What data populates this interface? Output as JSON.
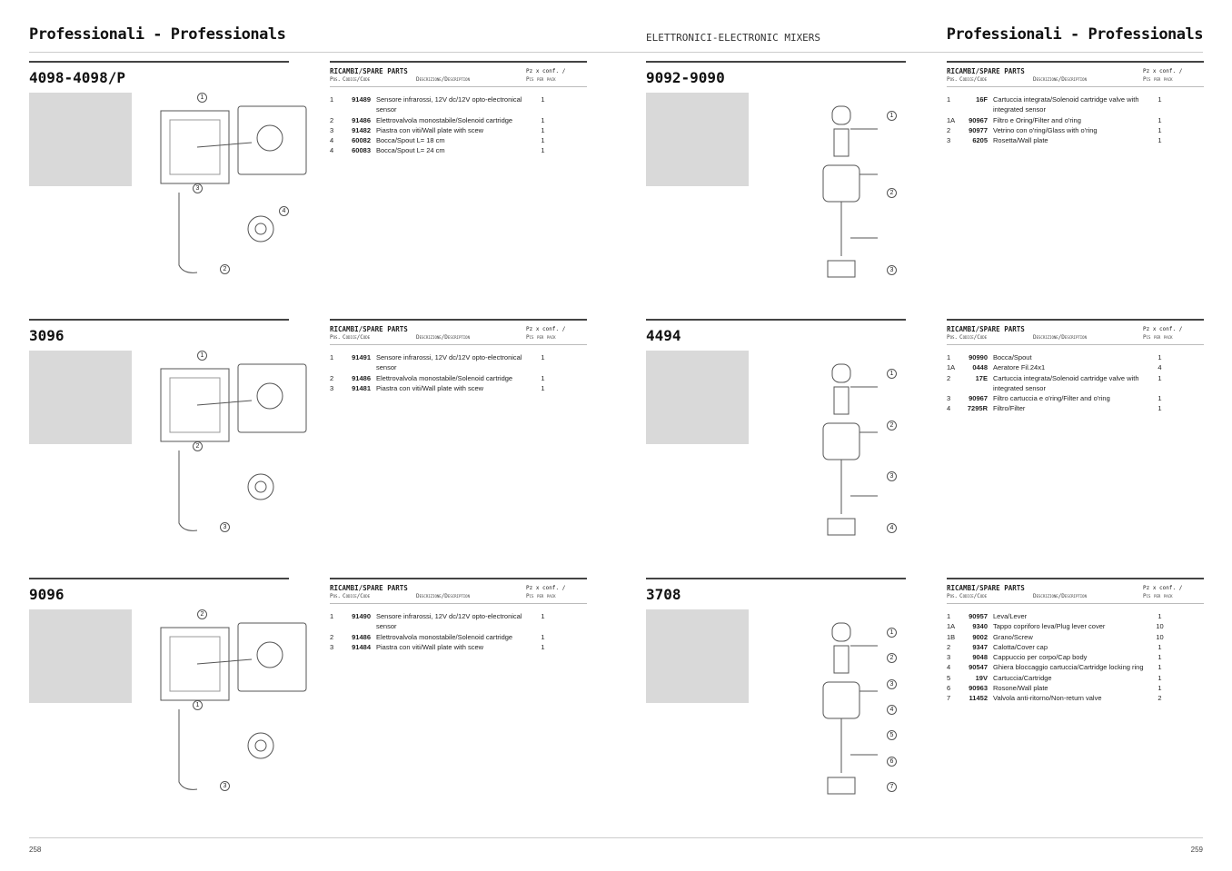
{
  "header": {
    "left_title": "Professionali - Professionals",
    "right_subtitle": "ELETTRONICI-ELECTRONIC MIXERS",
    "right_title": "Professionali - Professionals"
  },
  "footer": {
    "left_page": "258",
    "right_page": "259"
  },
  "table_labels": {
    "title": "RICAMBI/SPARE PARTS",
    "pos": "Pos.",
    "code": "Codice/Code",
    "desc": "Descrizione/Description",
    "qty1": "Pz x conf. /",
    "qty2": "Pcs per pack"
  },
  "sections": [
    {
      "title": "4098-4098/P",
      "rows": [
        [
          "1",
          "91489",
          "Sensore infrarossi, 12V dc/12V opto-electronical sensor",
          "1"
        ],
        [
          "2",
          "91486",
          "Elettrovalvola monostabile/Solenoid cartridge",
          "1"
        ],
        [
          "3",
          "91482",
          "Piastra con viti/Wall plate with scew",
          "1"
        ],
        [
          "4",
          "60082",
          "Bocca/Spout  L= 18 cm",
          "1"
        ],
        [
          "4",
          "60083",
          "Bocca/Spout  L= 24 cm",
          "1"
        ]
      ],
      "callouts": [
        "1",
        "2",
        "3",
        "4"
      ]
    },
    {
      "title": "3096",
      "rows": [
        [
          "1",
          "91491",
          "Sensore infrarossi, 12V dc/12V opto-electronical sensor",
          "1"
        ],
        [
          "2",
          "91486",
          "Elettrovalvola monostabile/Solenoid cartridge",
          "1"
        ],
        [
          "3",
          "91481",
          "Piastra con viti/Wall plate with scew",
          "1"
        ]
      ],
      "callouts": [
        "1",
        "3",
        "2"
      ]
    },
    {
      "title": "9096",
      "rows": [
        [
          "1",
          "91490",
          "Sensore infrarossi, 12V dc/12V opto-electronical sensor",
          "1"
        ],
        [
          "2",
          "91486",
          "Elettrovalvola monostabile/Solenoid cartridge",
          "1"
        ],
        [
          "3",
          "91484",
          "Piastra con viti/Wall plate with scew",
          "1"
        ]
      ],
      "callouts": [
        "2",
        "3",
        "1"
      ]
    },
    {
      "title": "9092-9090",
      "rows": [
        [
          "1",
          "16F",
          "Cartuccia integrata/Solenoid cartridge valve with integrated sensor",
          "1"
        ],
        [
          "1A",
          "90967",
          "Filtro e Oring/Filter and o'ring",
          "1"
        ],
        [
          "2",
          "90977",
          "Vetrino con o'ring/Glass with o'ring",
          "1"
        ],
        [
          "3",
          "6205",
          "Rosetta/Wall plate",
          "1"
        ]
      ],
      "callouts": [
        "1",
        "2",
        "3"
      ]
    },
    {
      "title": "4494",
      "rows": [
        [
          "1",
          "90990",
          "Bocca/Spout",
          "1"
        ],
        [
          "1A",
          "0448",
          "Aeratore Fil.24x1",
          "4"
        ],
        [
          "2",
          "17E",
          "Cartuccia integrata/Solenoid cartridge valve with integrated sensor",
          "1"
        ],
        [
          "3",
          "90967",
          "Filtro cartuccia e o'ring/Filter and o'ring",
          "1"
        ],
        [
          "4",
          "7295R",
          "Filtro/Filter",
          "1"
        ]
      ],
      "callouts": [
        "1",
        "2",
        "3",
        "4"
      ]
    },
    {
      "title": "3708",
      "rows": [
        [
          "1",
          "90957",
          "Leva/Lever",
          "1"
        ],
        [
          "1A",
          "9340",
          "Tappo copriforo leva/Plug lever cover",
          "10"
        ],
        [
          "1B",
          "9002",
          "Grano/Screw",
          "10"
        ],
        [
          "2",
          "9347",
          "Calotta/Cover cap",
          "1"
        ],
        [
          "3",
          "9048",
          "Cappuccio per corpo/Cap body",
          "1"
        ],
        [
          "4",
          "90547",
          "Ghiera bloccaggio cartuccia/Cartridge locking ring",
          "1"
        ],
        [
          "5",
          "19V",
          "Cartuccia/Cartridge",
          "1"
        ],
        [
          "6",
          "90963",
          "Rosone/Wall plate",
          "1"
        ],
        [
          "7",
          "11452",
          "Valvola anti-ritorno/Non-return valve",
          "2"
        ]
      ],
      "callouts": [
        "1",
        "2",
        "3",
        "4",
        "5",
        "6",
        "7"
      ]
    }
  ]
}
